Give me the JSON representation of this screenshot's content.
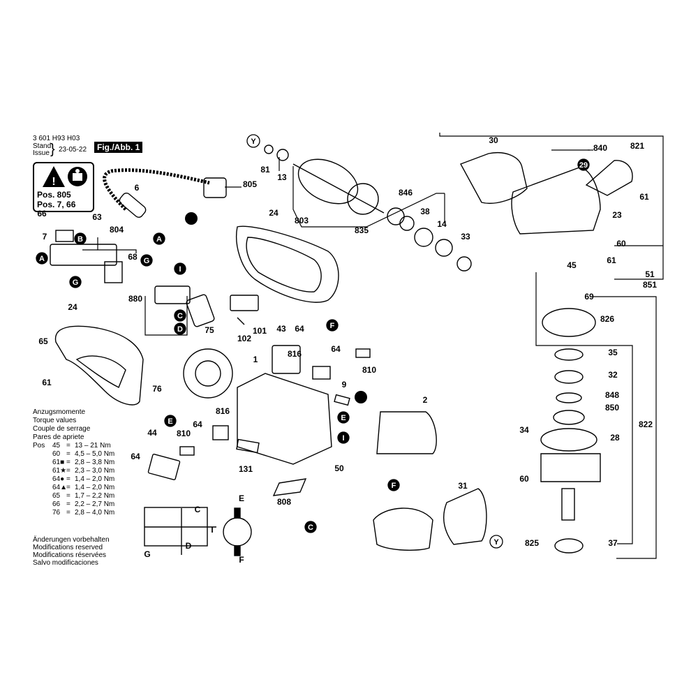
{
  "header": {
    "doc_number": "3 601 H93 H03",
    "stand_label": "Stand",
    "issue_label": "Issue",
    "date": "23-05-22",
    "figure": "Fig./Abb. 1"
  },
  "warning_box": {
    "line1": "Pos. 805",
    "line2": "Pos. 7, 66"
  },
  "torque": {
    "title_lines": [
      "Anzugsmomente",
      "Torque values",
      "Couple de serrage",
      "Pares de apriete"
    ],
    "pos_label": "Pos",
    "rows": [
      {
        "pos": "45",
        "mark": "=",
        "value": "13 – 21 Nm"
      },
      {
        "pos": "60",
        "mark": "=",
        "value": "4,5 – 5,0 Nm"
      },
      {
        "pos": "61■",
        "mark": "=",
        "value": "2,8 – 3,8 Nm"
      },
      {
        "pos": "61★",
        "mark": "=",
        "value": "2,3 – 3,0 Nm"
      },
      {
        "pos": "64●",
        "mark": "=",
        "value": "1,4 – 2,0 Nm"
      },
      {
        "pos": "64▲",
        "mark": "=",
        "value": "1,4 – 2,0 Nm"
      },
      {
        "pos": "65",
        "mark": "=",
        "value": "1,7 – 2,2 Nm"
      },
      {
        "pos": "66",
        "mark": "=",
        "value": "2,2 – 2,7 Nm"
      },
      {
        "pos": "76",
        "mark": "=",
        "value": "2,8 – 4,0 Nm"
      }
    ]
  },
  "notes": [
    "Änderungen vorbehalten",
    "Modifications reserved",
    "Modifications réservées",
    "Salvo modificaciones"
  ],
  "callouts": [
    "Y",
    "81",
    "13",
    "805",
    "6",
    "A",
    "66",
    "63",
    "7",
    "B",
    "804",
    "A",
    "68",
    "G",
    "G",
    "I",
    "880",
    "C",
    "D",
    "75",
    "24",
    "65",
    "61",
    "76",
    "24",
    "803",
    "835",
    "846",
    "38",
    "14",
    "33",
    "30",
    "840",
    "29",
    "821",
    "61",
    "23",
    "60",
    "61",
    "45",
    "51",
    "851",
    "69",
    "826",
    "35",
    "32",
    "848",
    "850",
    "34",
    "28",
    "822",
    "60",
    "825",
    "37",
    "101",
    "102",
    "43",
    "64",
    "816",
    "F",
    "64",
    "810",
    "1",
    "9",
    "2",
    "E",
    "E",
    "64",
    "816",
    "810",
    "44",
    "64",
    "131",
    "I",
    "50",
    "F",
    "808",
    "31",
    "C",
    "Y",
    "C",
    "D",
    "E",
    "F",
    "G",
    "I"
  ],
  "circuit_letters": [
    "C",
    "D",
    "E",
    "F",
    "G",
    "I"
  ]
}
